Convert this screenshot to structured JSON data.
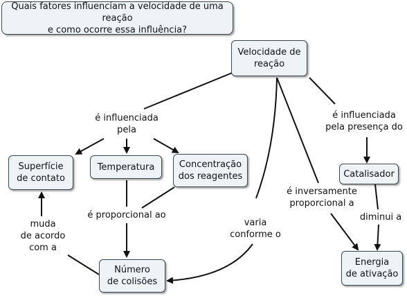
{
  "question": "Quais fatores influenciam a velocidade de uma reação\ne como ocorre essa influência?",
  "nodes": {
    "velocidade": "Velocidade de\nreação",
    "superficie": "Superfície\nde contato",
    "temperatura": "Temperatura",
    "concentracao": "Concentração\ndos reagentes",
    "catalisador": "Catalisador",
    "colisoes": "Número\nde colisões",
    "energia": "Energia\nde ativação"
  },
  "links": {
    "influenciada": "é influenciada\npela",
    "influenciada_presenca": "é influenciada\npela presença do",
    "proporcional": "é proporcional ao",
    "varia": "varia\nconforme o",
    "inversamente": "é inversamente\nproporcional a",
    "diminui": "diminui a",
    "muda": "muda\nde acordo\ncom a"
  },
  "colors": {
    "node_fill": "#eef3f6",
    "node_border": "#3a4650",
    "line": "#111111"
  }
}
